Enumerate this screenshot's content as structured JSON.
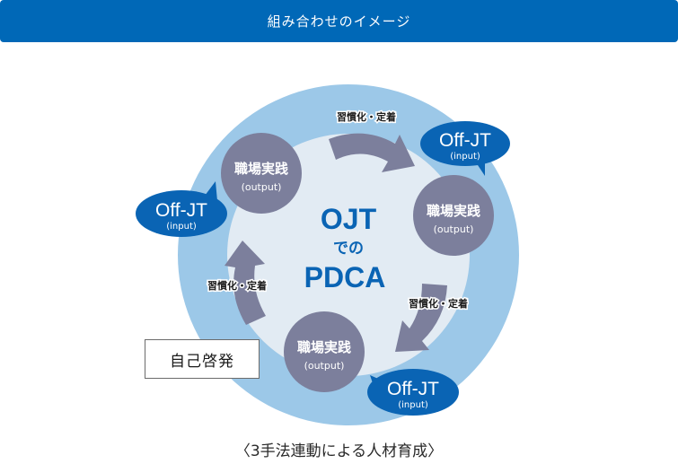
{
  "header": {
    "title": "組み合わせのイメージ"
  },
  "center": {
    "line1": "OJT",
    "line2": "での",
    "line3": "PDCA"
  },
  "nodes": [
    {
      "title": "職場実践",
      "subtitle": "(output)"
    },
    {
      "title": "職場実践",
      "subtitle": "(output)"
    },
    {
      "title": "職場実践",
      "subtitle": "(output)"
    }
  ],
  "bubbles": [
    {
      "title": "Off-JT",
      "subtitle": "(input)"
    },
    {
      "title": "Off-JT",
      "subtitle": "(input)"
    },
    {
      "title": "Off-JT",
      "subtitle": "(input)"
    }
  ],
  "arrows": [
    {
      "label": "習慣化・定着"
    },
    {
      "label": "習慣化・定着"
    },
    {
      "label": "習慣化・定着"
    }
  ],
  "self_development": {
    "label": "自己啓発"
  },
  "caption": {
    "text": "〈3手法連動による人材育成〉"
  },
  "colors": {
    "header": "#0068b7",
    "outer_ring": "#9cc8e8",
    "inner_circle": "#e2ebf3",
    "node": "#7c7f9c",
    "bubble": "#0a64b4",
    "center_text": "#0a64b4"
  }
}
